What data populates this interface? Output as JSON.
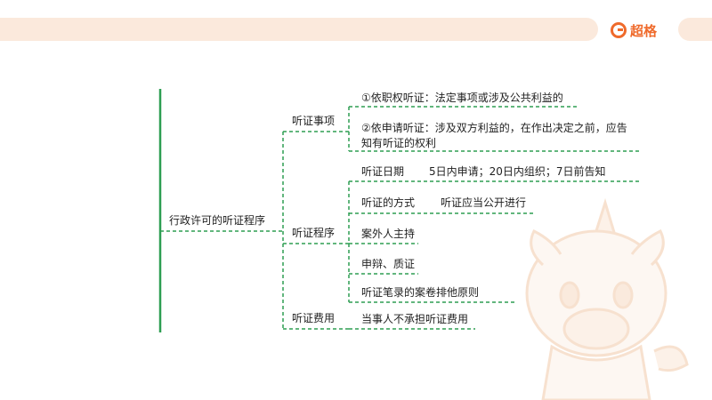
{
  "brand": {
    "name": "超格",
    "icon": "brand-g-logo-icon",
    "color": "#ef6a2b"
  },
  "root": "行政许可的听证程序",
  "branches": [
    {
      "label": "听证事项",
      "items": [
        "①依职权听证：法定事项或涉及公共利益的",
        "②依申请听证：涉及双方利益的，在作出决定之前，应告知有听证的权利"
      ]
    },
    {
      "label": "听证程序",
      "items": [
        {
          "name": "听证日期",
          "details": [
            "5日内申请；20日内组织；7日前告知"
          ]
        },
        {
          "name": "听证的方式",
          "details": [
            "听证应当公开进行"
          ]
        },
        {
          "name": "案外人主持"
        },
        {
          "name": "申辩、质证"
        },
        {
          "name": "听证笔录的案卷排他原则"
        }
      ]
    },
    {
      "label": "听证费用",
      "items": [
        "当事人不承担听证费用"
      ]
    }
  ],
  "colors": {
    "line": "#2e9e52",
    "topbar": "#fbe9dc",
    "accent": "#ef6a2b"
  }
}
